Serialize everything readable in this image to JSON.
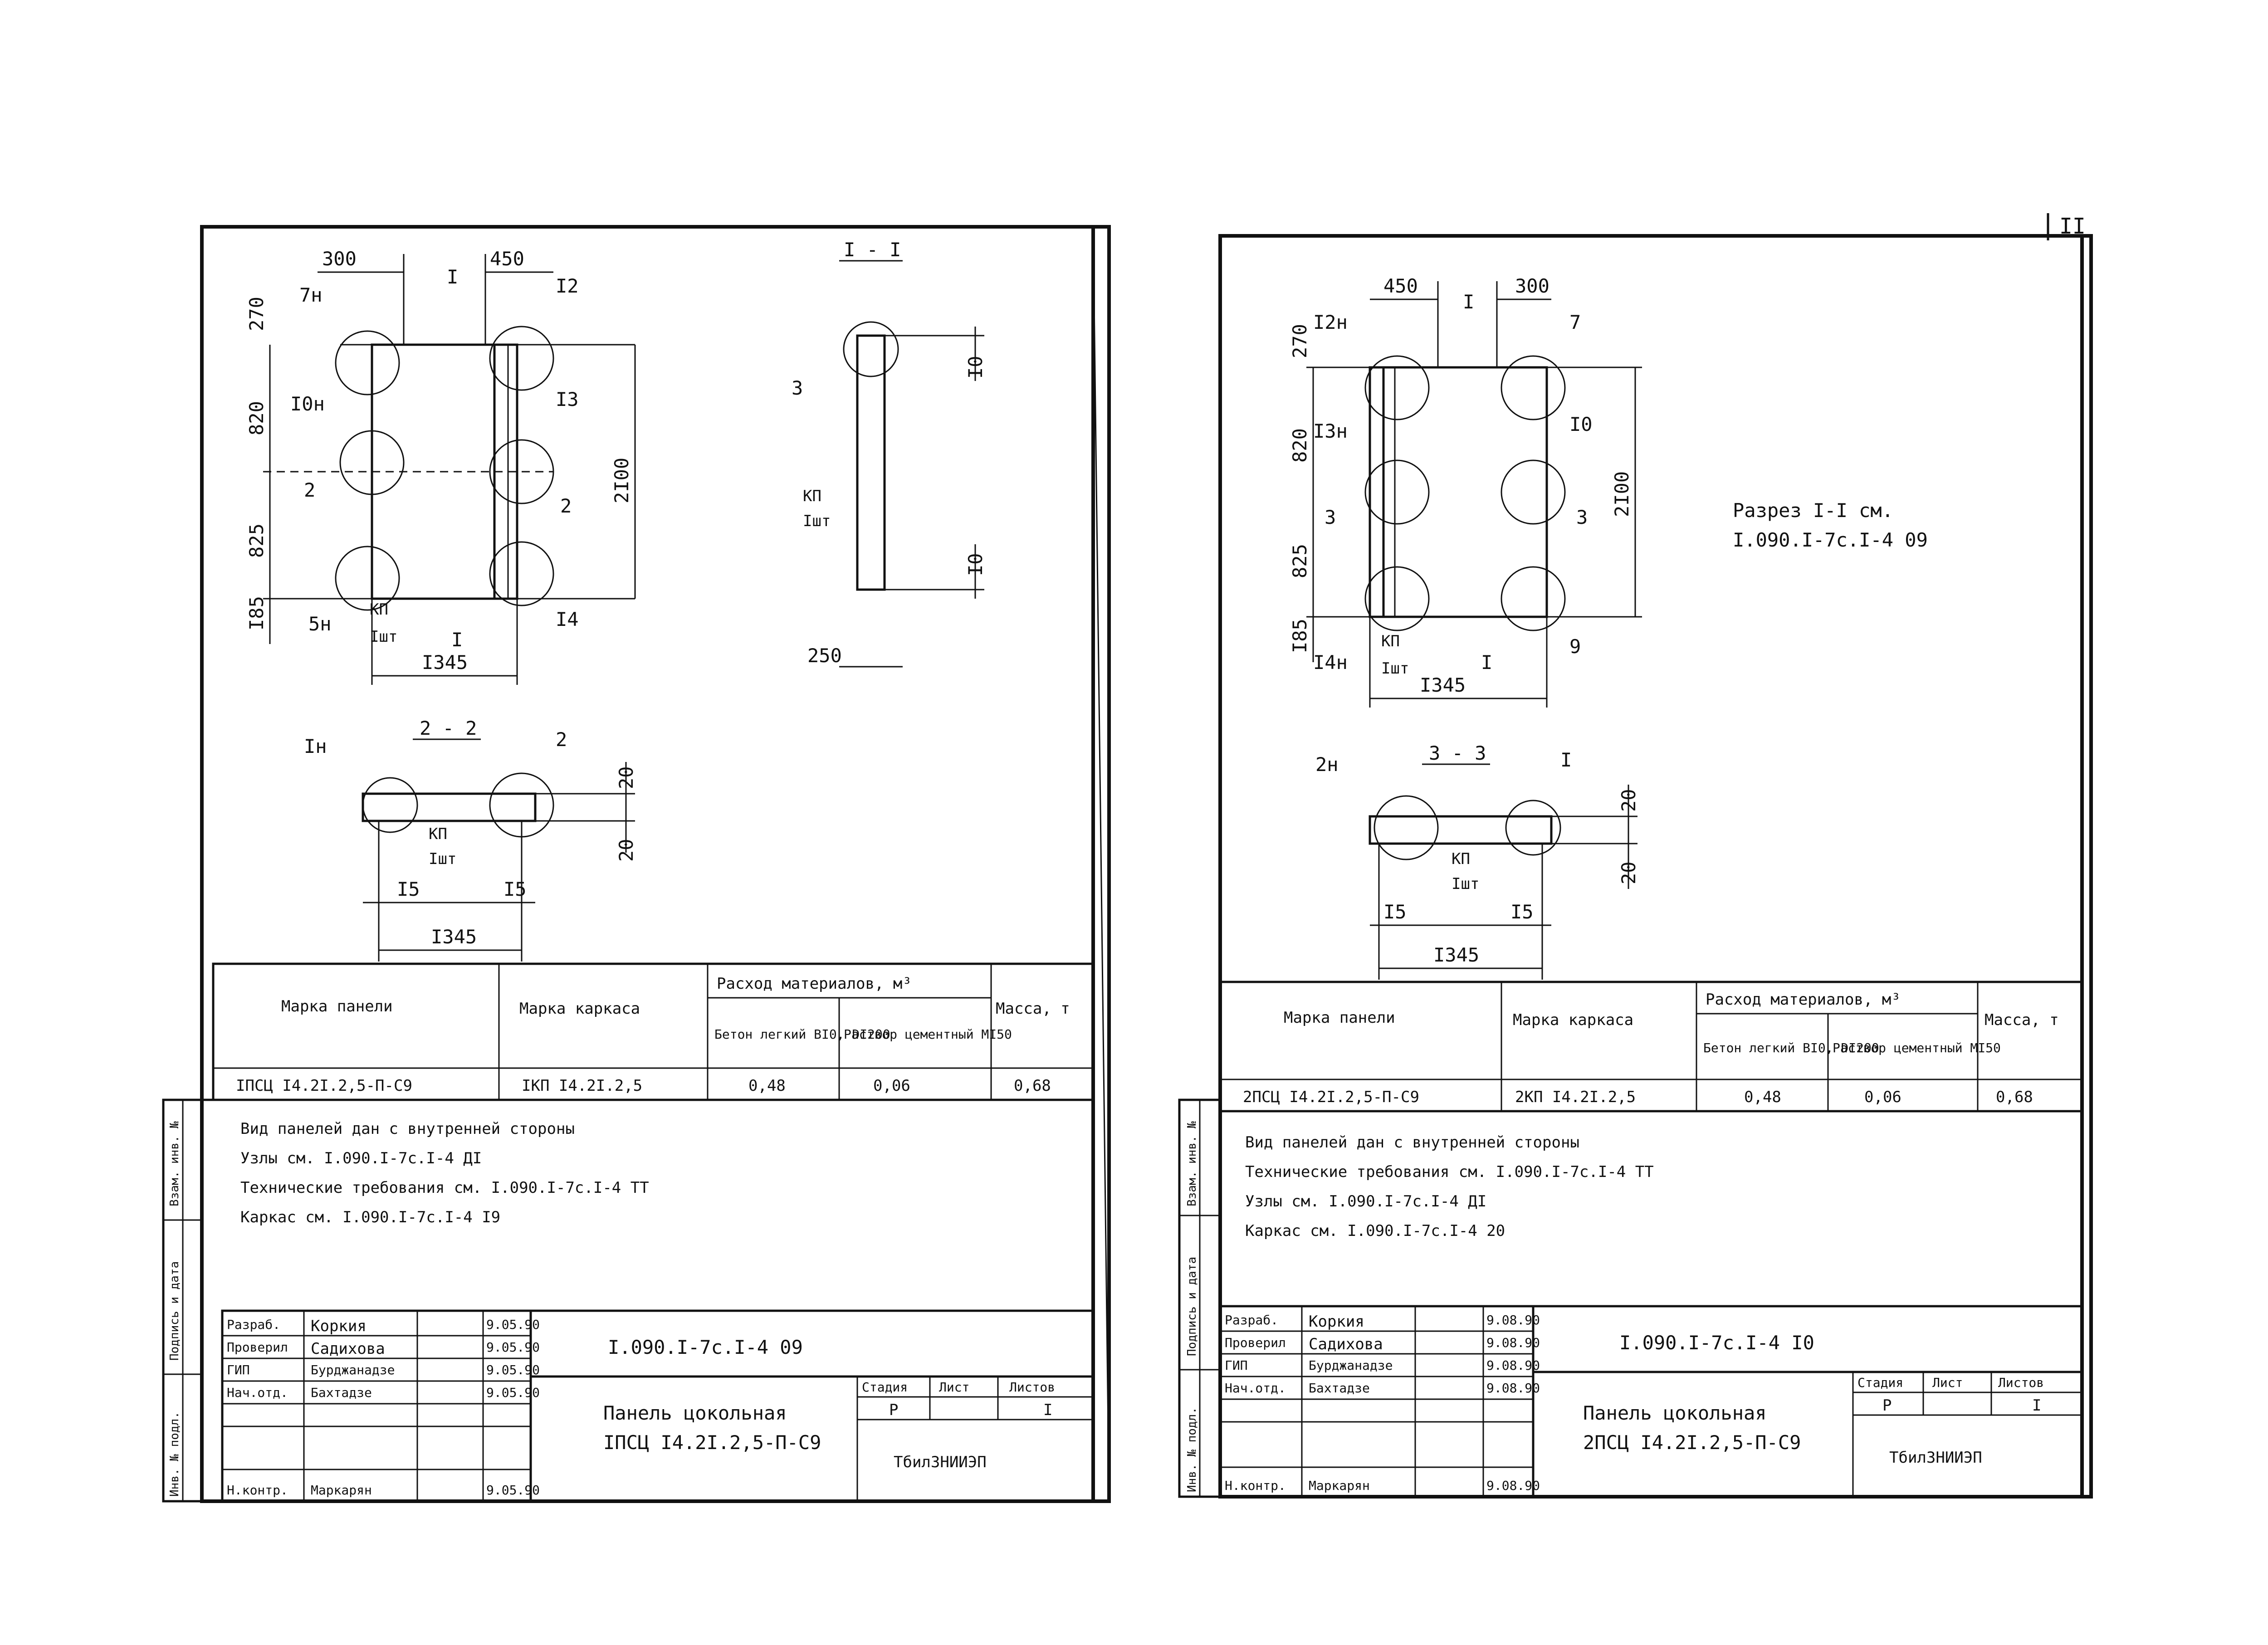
{
  "page_number": "II",
  "sheet_left": {
    "drawing": {
      "dims_top": [
        "300",
        "450"
      ],
      "dims_left": [
        "270",
        "820",
        "825",
        "I85"
      ],
      "dim_right": "2I00",
      "dim_bottom": "I345",
      "node_labels": [
        "7н",
        "I2",
        "I0н",
        "I3",
        "5н",
        "I4"
      ],
      "section_marks": [
        "I",
        "I",
        "2",
        "2"
      ],
      "kp_label": "КП",
      "kp_sub": "Iшт"
    },
    "section_11": {
      "title": "I - I",
      "node": "3",
      "dims": [
        "I0",
        "I0"
      ],
      "dim_bottom": "250",
      "kp_label": "КП",
      "kp_sub": "Iшт"
    },
    "section_22": {
      "title": "2 - 2",
      "nodes": [
        "Iн",
        "2"
      ],
      "dims_right": [
        "20",
        "20"
      ],
      "dims_bottom": [
        "I5",
        "I5"
      ],
      "dim_total": "I345",
      "kp_label": "КП",
      "kp_sub": "Iшт"
    },
    "table": {
      "headers": [
        "Марка панели",
        "Марка каркаса",
        "Расход материалов, м³",
        "Масса, т"
      ],
      "subheaders": [
        "Бетон легкий BI0, DI200",
        "Раствор цементный MI50"
      ],
      "row": [
        "IПСЦ I4.2I.2,5-П-С9",
        "IКП I4.2I.2,5",
        "0,48",
        "0,06",
        "0,68"
      ]
    },
    "notes": [
      "Вид панелей дан с внутренней стороны",
      "Узлы см. I.090.I-7с.I-4 ДI",
      "Технические требования см. I.090.I-7с.I-4 ТТ",
      "Каркас см. I.090.I-7с.I-4 I9"
    ],
    "stamp": {
      "roles": [
        "Разраб.",
        "Проверил",
        "ГИП",
        "Нач.отд.",
        "",
        "Н.контр."
      ],
      "names": [
        "Коркия",
        "Садихова",
        "Бурджанадзе",
        "Бахтадзе",
        "",
        "Маркарян"
      ],
      "dates": [
        "9.05.90",
        "9.05.90",
        "9.05.90",
        "9.05.90",
        "",
        "9.05.90"
      ],
      "code": "I.090.I-7с.I-4 09",
      "title_line1": "Панель цокольная",
      "title_line2": "IПСЦ I4.2I.2,5-П-С9",
      "stage_headers": [
        "Стадия",
        "Лист",
        "Листов"
      ],
      "stage_values": [
        "Р",
        "",
        "I"
      ],
      "org": "ТбилЗНИИЭП"
    },
    "side_labels": [
      "Взам. инв. №",
      "Подпись и дата",
      "Инв. № подл."
    ]
  },
  "sheet_right": {
    "drawing": {
      "dims_top": [
        "450",
        "300"
      ],
      "dims_left": [
        "270",
        "820",
        "825",
        "I85"
      ],
      "dim_right": "2I00",
      "dim_bottom": "I345",
      "node_labels": [
        "I2н",
        "7",
        "I3н",
        "I0",
        "I4н",
        "9"
      ],
      "section_marks": [
        "I",
        "I",
        "3",
        "3"
      ],
      "kp_label": "КП",
      "kp_sub": "Iшт"
    },
    "section_note": [
      "Разрез I-I см.",
      "I.090.I-7с.I-4 09"
    ],
    "section_33": {
      "title": "3 - 3",
      "nodes": [
        "2н",
        "I"
      ],
      "dims_right": [
        "20",
        "20"
      ],
      "dims_bottom": [
        "I5",
        "I5"
      ],
      "dim_total": "I345",
      "kp_label": "КП",
      "kp_sub": "Iшт"
    },
    "table": {
      "headers": [
        "Марка панели",
        "Марка каркаса",
        "Расход материалов, м³",
        "Масса, т"
      ],
      "subheaders": [
        "Бетон легкий BI0, DI200",
        "Раствор цементный MI50"
      ],
      "row": [
        "2ПСЦ I4.2I.2,5-П-С9",
        "2КП I4.2I.2,5",
        "0,48",
        "0,06",
        "0,68"
      ]
    },
    "notes": [
      "Вид панелей дан с внутренней стороны",
      "Технические требования см. I.090.I-7с.I-4 ТТ",
      "Узлы см. I.090.I-7с.I-4 ДI",
      "Каркас см. I.090.I-7с.I-4 20"
    ],
    "stamp": {
      "roles": [
        "Разраб.",
        "Проверил",
        "ГИП",
        "Нач.отд.",
        "",
        "Н.контр."
      ],
      "names": [
        "Коркия",
        "Садихова",
        "Бурджанадзе",
        "Бахтадзе",
        "",
        "Маркарян"
      ],
      "dates": [
        "9.08.90",
        "9.08.90",
        "9.08.90",
        "9.08.90",
        "",
        "9.08.90"
      ],
      "code": "I.090.I-7с.I-4 I0",
      "title_line1": "Панель цокольная",
      "title_line2": "2ПСЦ I4.2I.2,5-П-С9",
      "stage_headers": [
        "Стадия",
        "Лист",
        "Листов"
      ],
      "stage_values": [
        "Р",
        "",
        "I"
      ],
      "org": "ТбилЗНИИЭП"
    },
    "side_labels": [
      "Взам. инв. №",
      "Подпись и дата",
      "Инв. № подл."
    ]
  }
}
